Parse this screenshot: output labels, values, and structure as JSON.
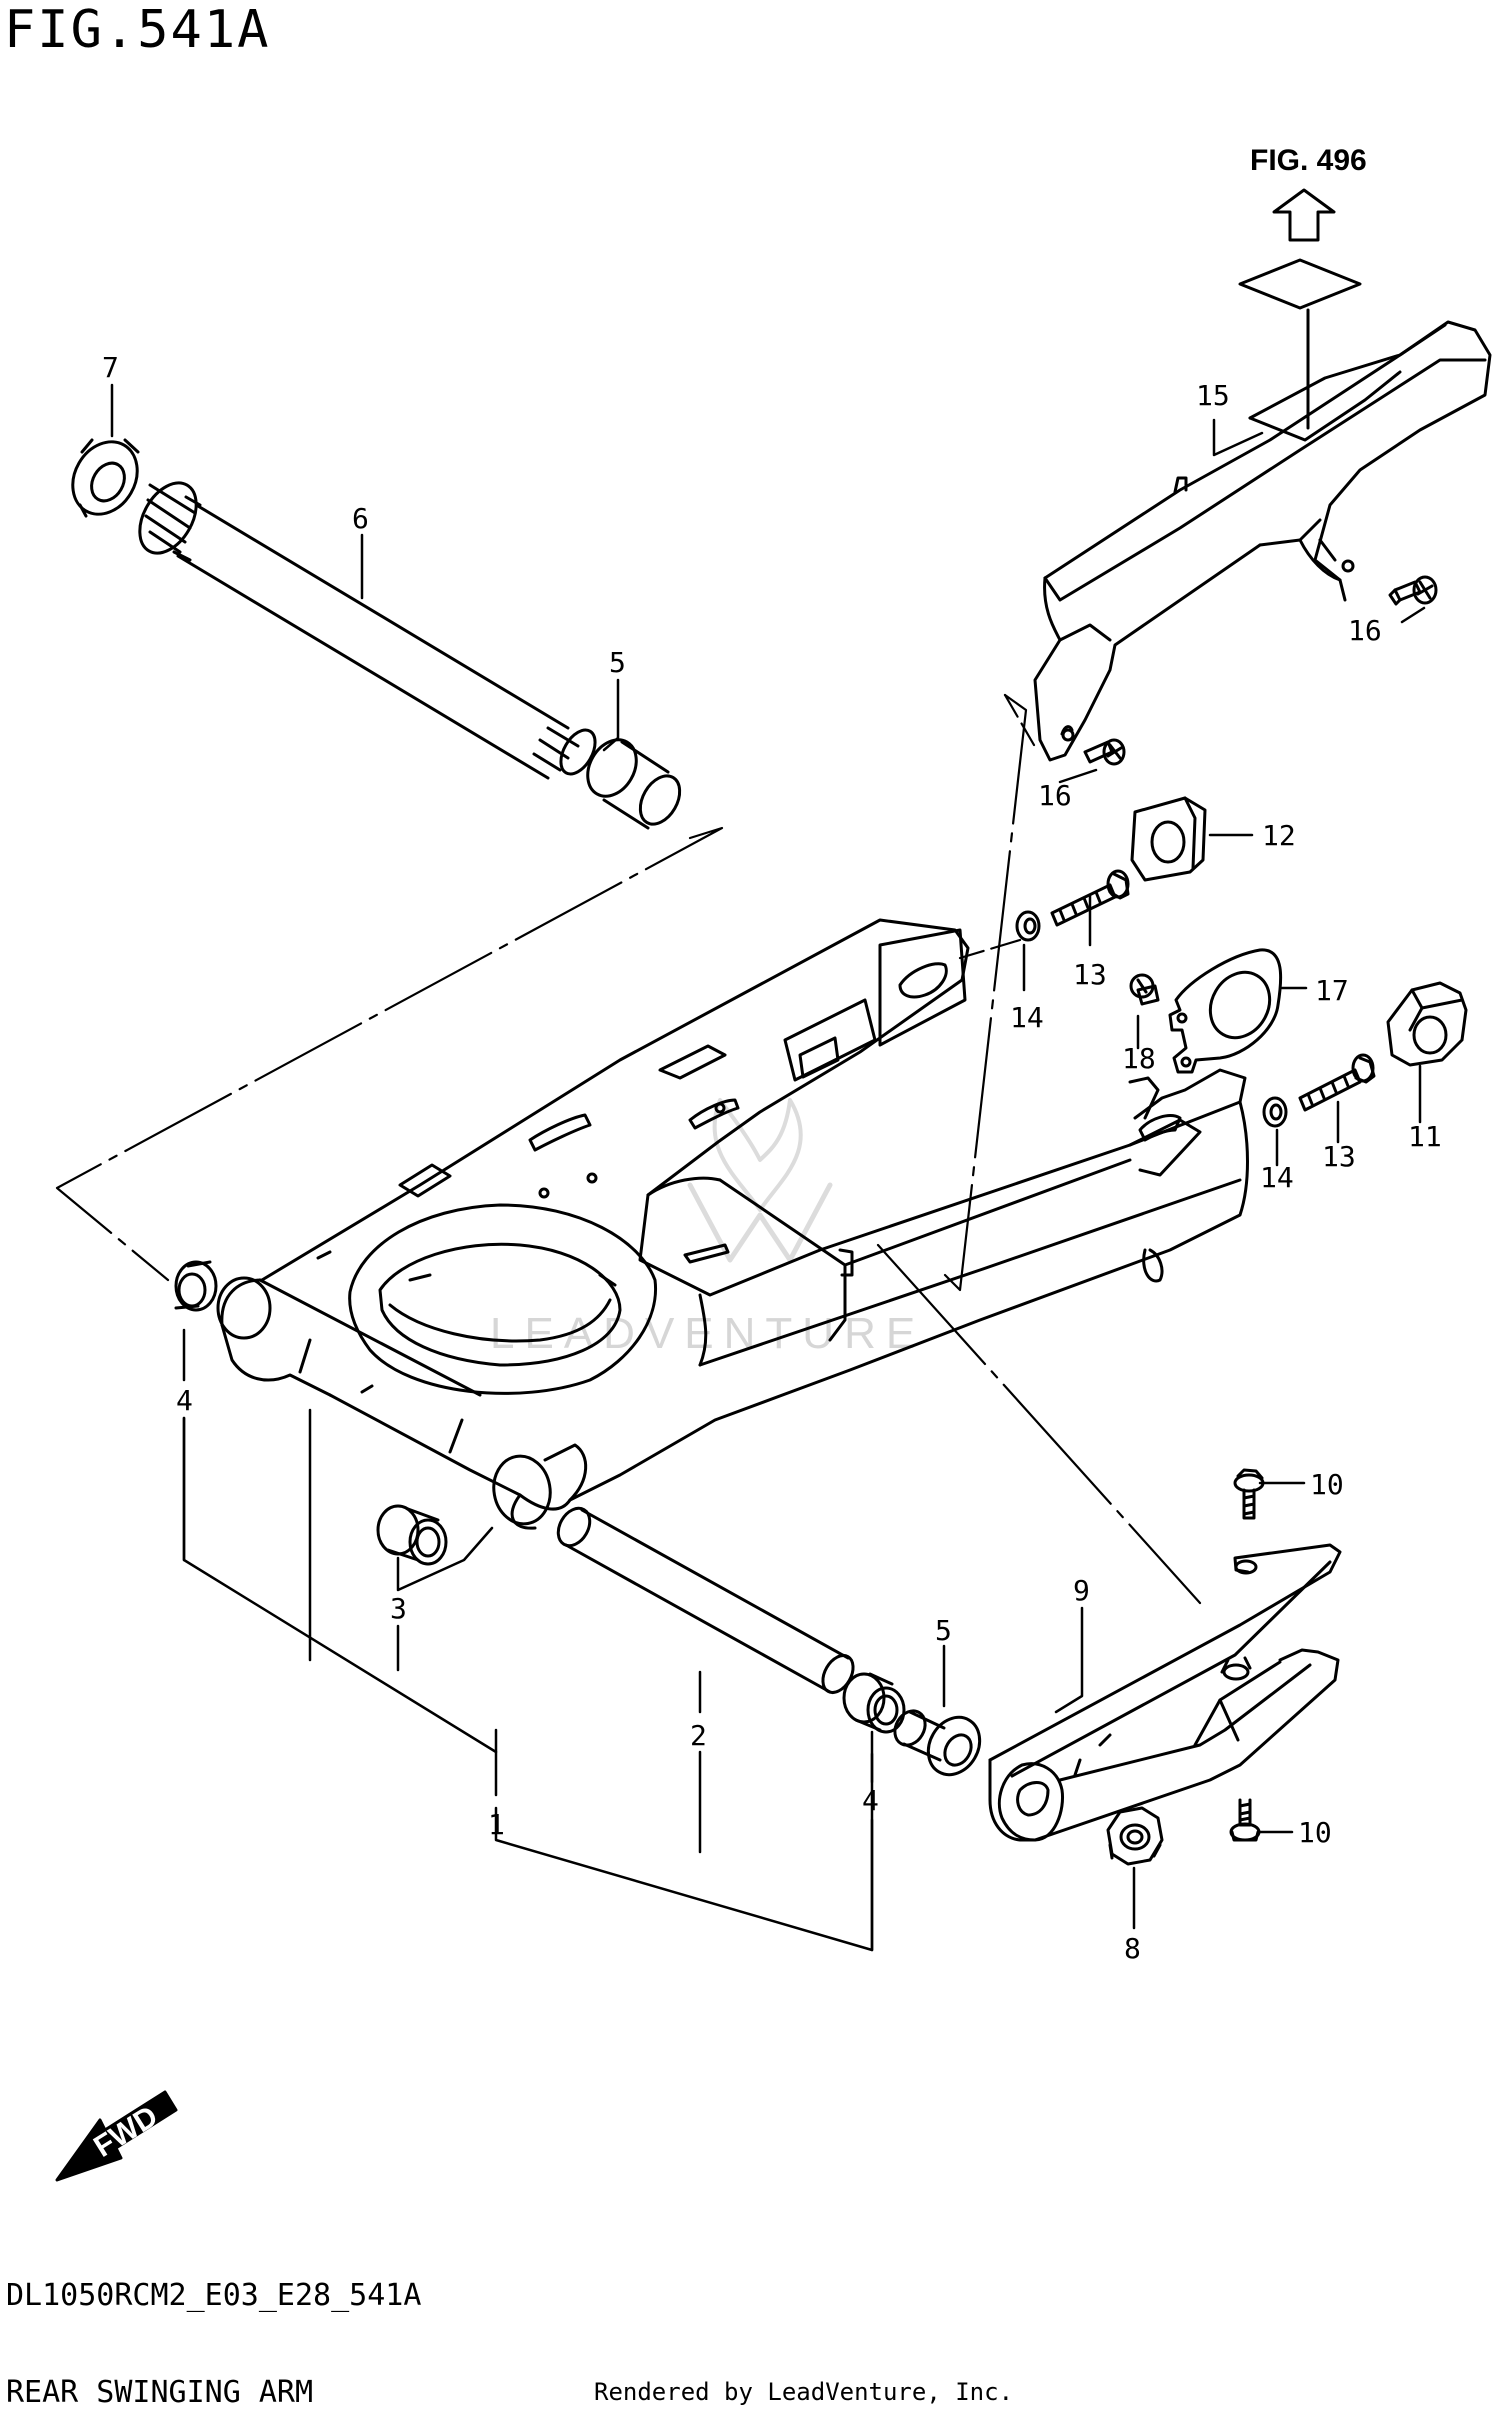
{
  "figure": {
    "title": "FIG.541A",
    "code": "DL1050RCM2_E03_E28_541A",
    "name": "REAR SWINGING ARM",
    "credit": "Rendered by LeadVenture, Inc.",
    "reference_label": "FIG. 496",
    "fwd_label": "FWD",
    "watermark": "LEADVENTURE"
  },
  "callouts": [
    {
      "key": "c7",
      "number": "7"
    },
    {
      "key": "c6",
      "number": "6"
    },
    {
      "key": "c5a",
      "number": "5"
    },
    {
      "key": "c15",
      "number": "15"
    },
    {
      "key": "c16a",
      "number": "16"
    },
    {
      "key": "c16b",
      "number": "16"
    },
    {
      "key": "c12",
      "number": "12"
    },
    {
      "key": "c13a",
      "number": "13"
    },
    {
      "key": "c14a",
      "number": "14"
    },
    {
      "key": "c18",
      "number": "18"
    },
    {
      "key": "c17",
      "number": "17"
    },
    {
      "key": "c11",
      "number": "11"
    },
    {
      "key": "c13b",
      "number": "13"
    },
    {
      "key": "c14b",
      "number": "14"
    },
    {
      "key": "c4a",
      "number": "4"
    },
    {
      "key": "c3",
      "number": "3"
    },
    {
      "key": "c2",
      "number": "2"
    },
    {
      "key": "c1",
      "number": "1"
    },
    {
      "key": "c5b",
      "number": "5"
    },
    {
      "key": "c4b",
      "number": "4"
    },
    {
      "key": "c9",
      "number": "9"
    },
    {
      "key": "c10a",
      "number": "10"
    },
    {
      "key": "c10b",
      "number": "10"
    },
    {
      "key": "c8",
      "number": "8"
    }
  ]
}
